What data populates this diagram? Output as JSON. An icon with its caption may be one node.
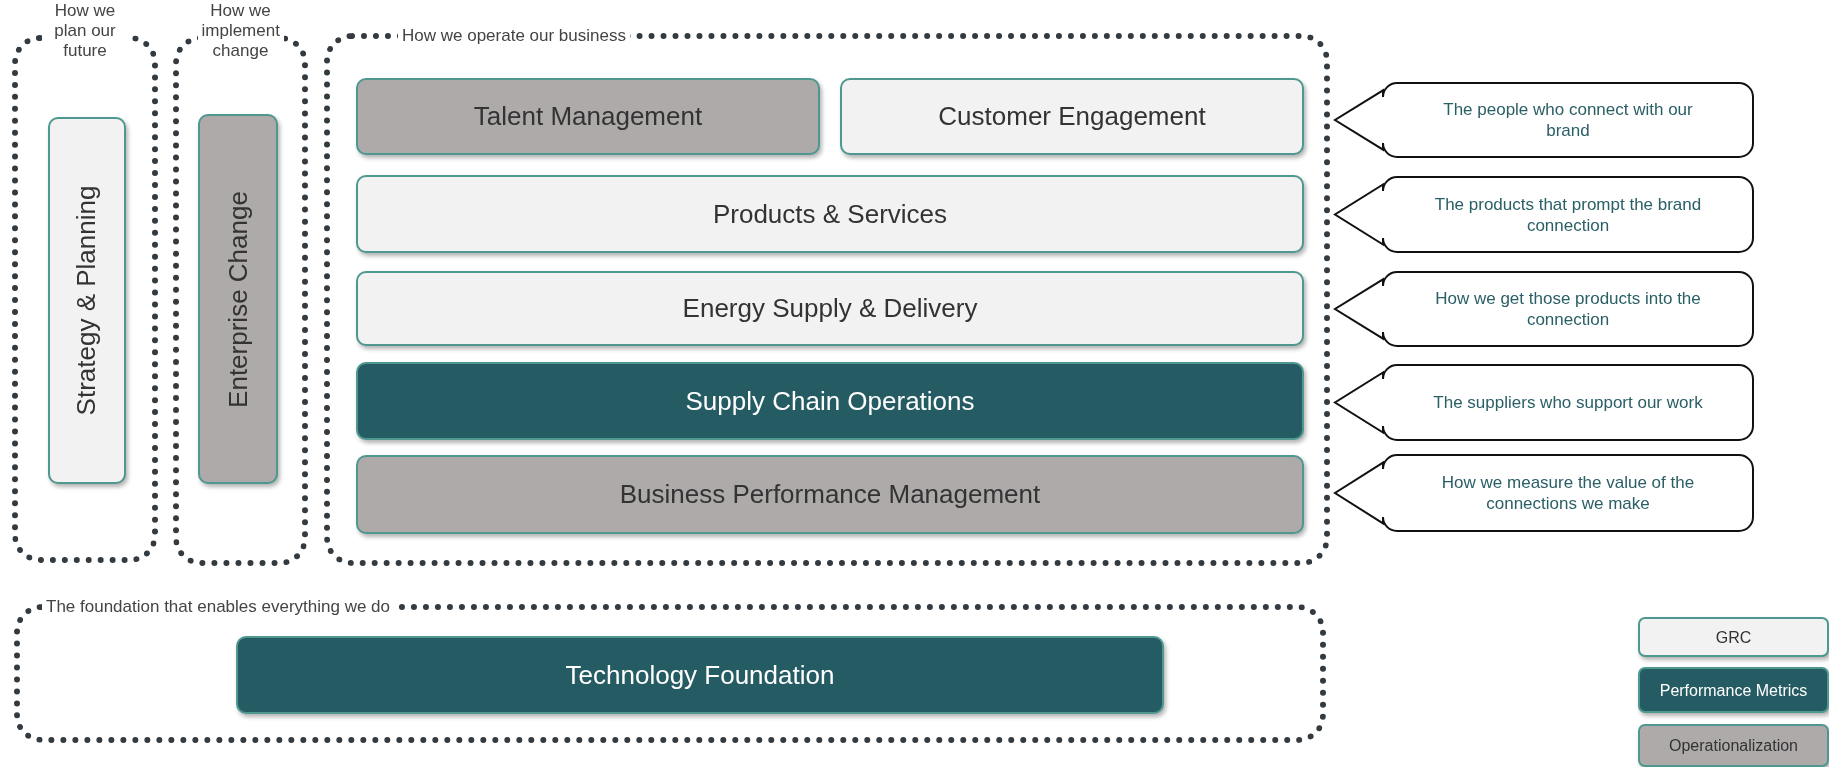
{
  "diagram": {
    "nodes": [
      {
        "text": [
          "How we plan our future"
        ]
      },
      {
        "text": [
          "Strategy & Planning"
        ],
        "in": 0
      },
      {
        "text": [
          "How we implement change"
        ]
      },
      {
        "text": [
          "Enterprise Change"
        ],
        "in": 2
      },
      {
        "text": [
          "How we operate our business"
        ]
      },
      {
        "text": [
          "Talent Management"
        ],
        "in": 4
      },
      {
        "text": [
          "Customer Engagement"
        ],
        "in": 4
      },
      {
        "text": [
          "Products & Services"
        ],
        "in": 4
      },
      {
        "text": [
          "Energy Supply & Delivery"
        ],
        "in": 4
      },
      {
        "text": [
          "Supply Chain Operations"
        ],
        "in": 4
      },
      {
        "text": [
          "Business Performance Management"
        ],
        "in": 4
      },
      {
        "text": [
          "The people who connect with our brand"
        ]
      },
      {
        "text": [
          "The products that prompt the brand connection"
        ]
      },
      {
        "text": [
          "How we get those products into the connection"
        ]
      },
      {
        "text": [
          "The suppliers who support our work"
        ]
      },
      {
        "text": [
          "How we measure the value of the connections we make"
        ]
      },
      {
        "text": [
          "The foundation that enables everything we do"
        ]
      },
      {
        "text": [
          "Technology Foundation"
        ],
        "in": 16
      }
    ],
    "legend": [
      {
        "text": "GRC",
        "color": "#f2f2f2"
      },
      {
        "text": "Performance Metrics",
        "color": "#255c63"
      },
      {
        "text": "Operationalization",
        "color": "#aeaaaa"
      }
    ]
  }
}
